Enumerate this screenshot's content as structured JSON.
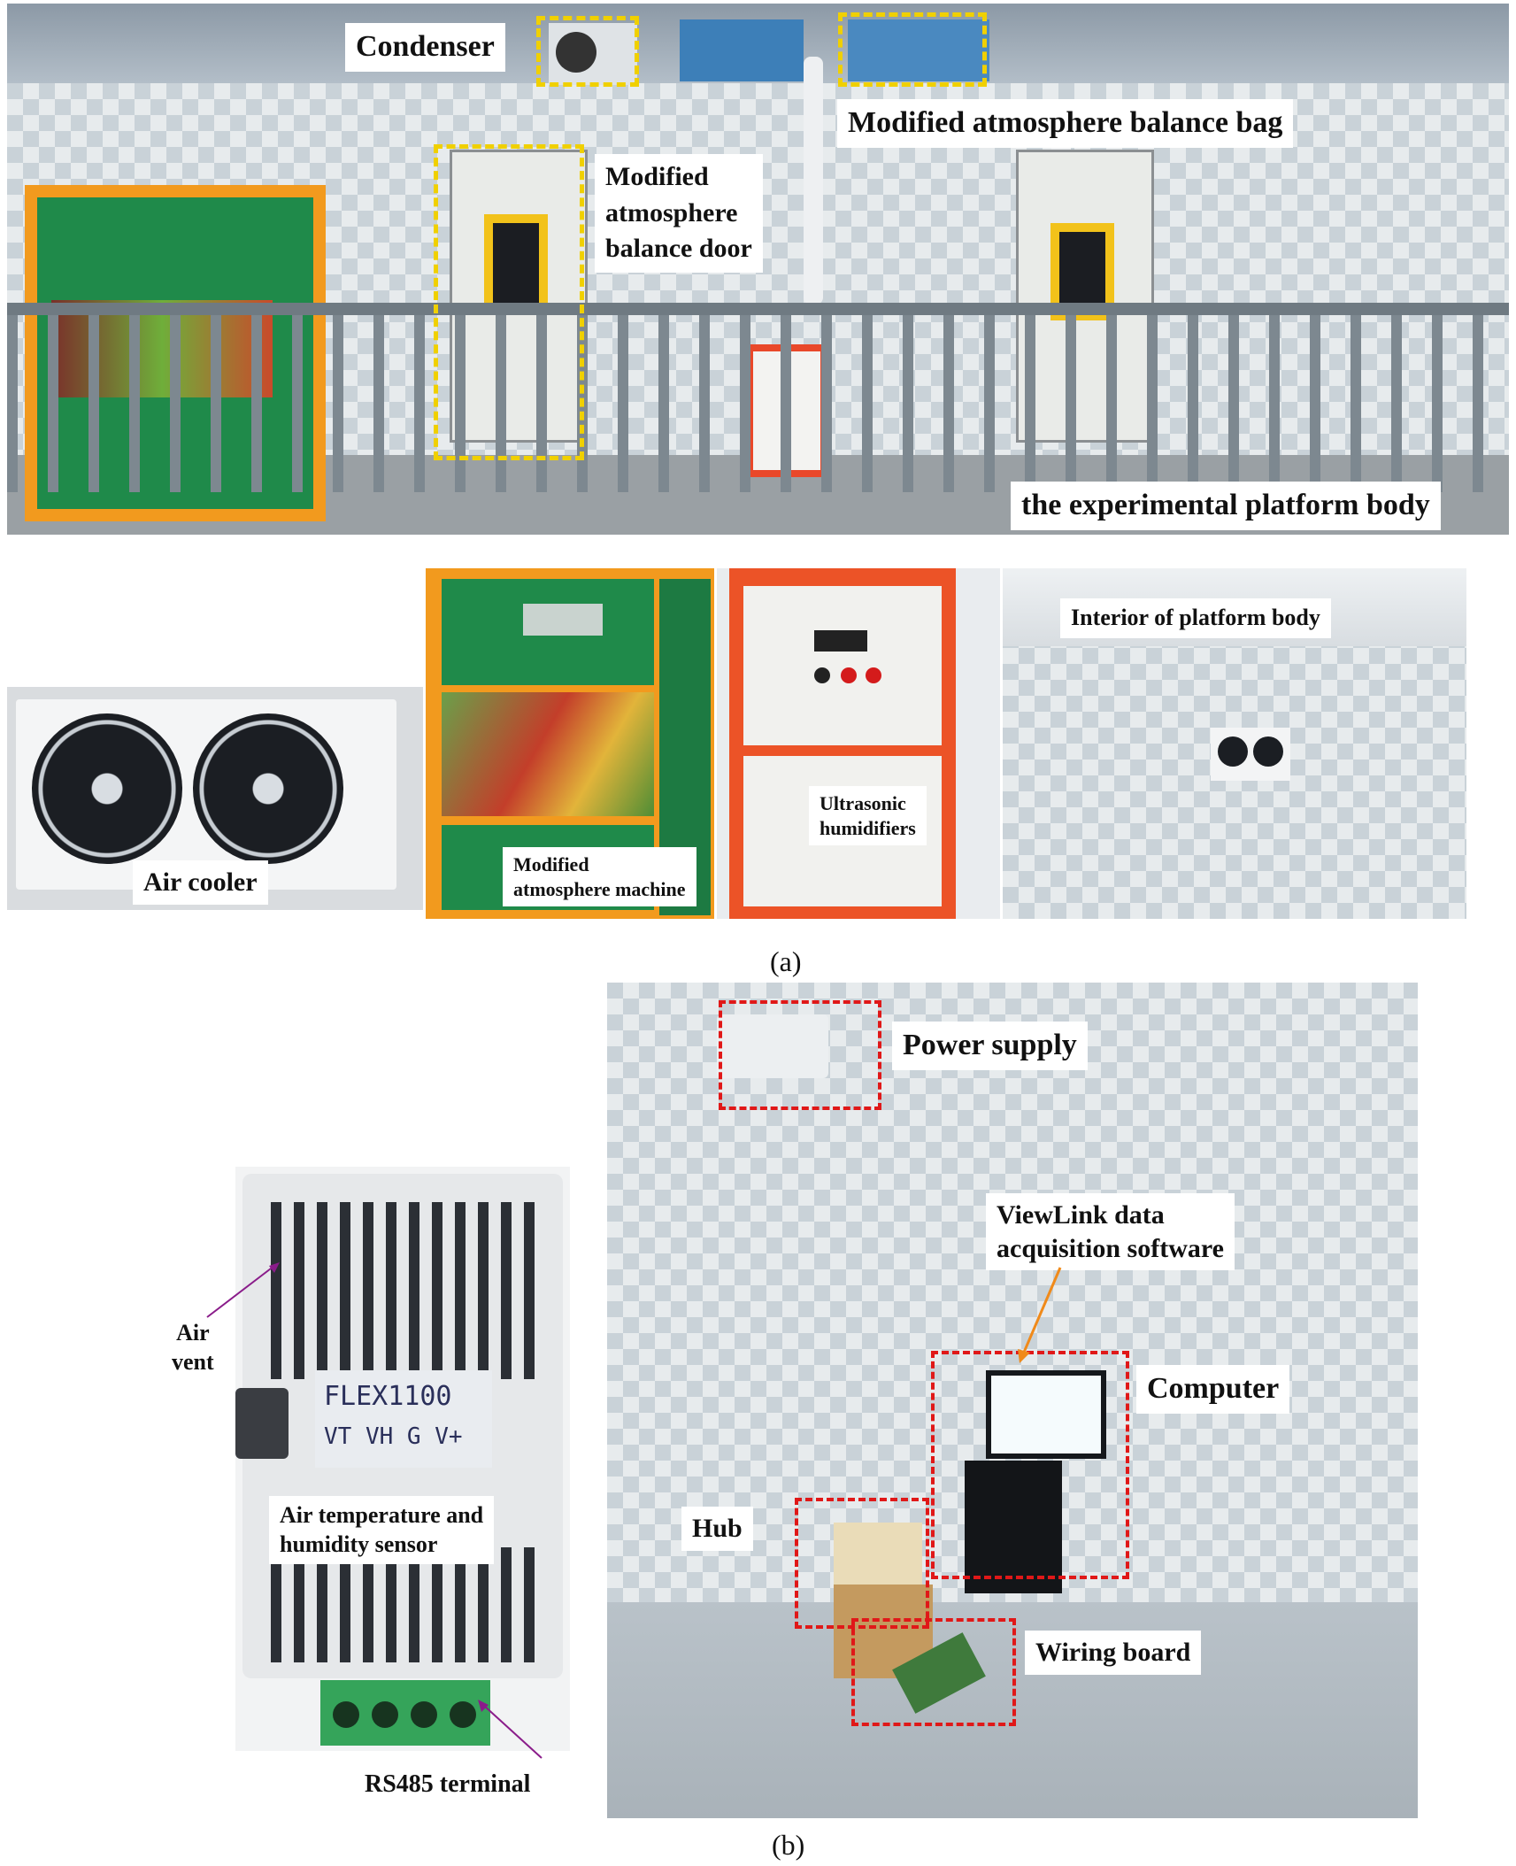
{
  "panel_a": {
    "labels": {
      "condenser": "Condenser",
      "balance_bag": "Modified atmosphere balance bag",
      "balance_door": "Modified\natmosphere\nbalance door",
      "platform_body": "the experimental platform body",
      "air_cooler": "Air cooler",
      "ma_machine": "Modified\natmosphere machine",
      "humidifiers": "Ultrasonic\nhumidifiers",
      "interior": "Interior of platform body"
    },
    "caption": "(a)"
  },
  "panel_b": {
    "sensor": {
      "model_text": "FLEX1100",
      "pins_text": "VT VH G V+",
      "air_vent": "Air\nvent",
      "sensor_label": "Air temperature and\nhumidity sensor",
      "rs485": "RS485 terminal"
    },
    "room": {
      "power_supply": "Power supply",
      "viewlink": "ViewLink data\nacquisition software",
      "computer": "Computer",
      "hub": "Hub",
      "wiring_board": "Wiring board"
    },
    "caption": "(b)"
  },
  "colors": {
    "dashed_yellow": "#f0d000",
    "dashed_red": "#e01818",
    "machine_orange": "#f29a1e",
    "machine_green": "#1f8a4a"
  }
}
